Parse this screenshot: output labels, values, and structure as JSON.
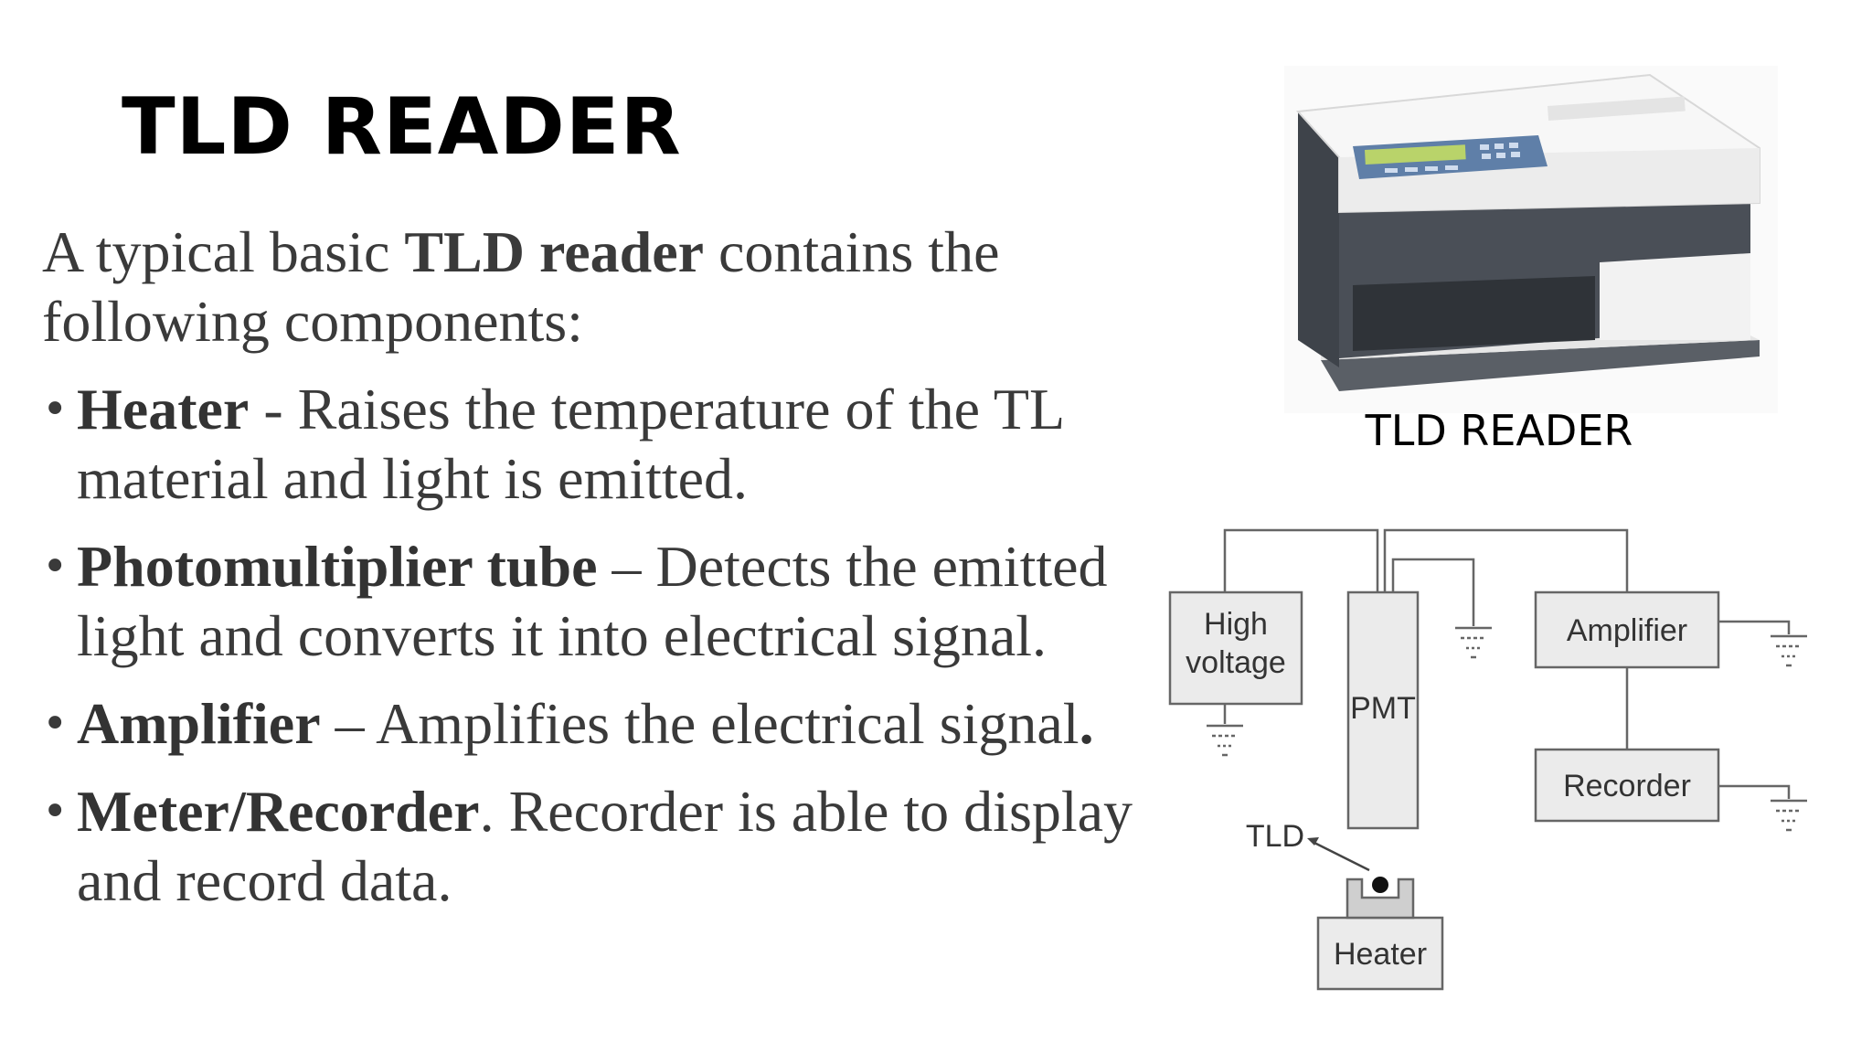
{
  "title": "TLD READER",
  "intro": {
    "prefix": " A typical basic ",
    "strong": "TLD reader",
    "suffix": " contains the following components:"
  },
  "bullets": [
    {
      "term": "Heater",
      "desc": " - Raises the temperature of the TL material and light is emitted."
    },
    {
      "term": "Photomultiplier tube",
      "desc": " – Detects the emitted light and converts it into electrical signal."
    },
    {
      "term": "Amplifier",
      "desc": " – Amplifies the electrical signal",
      "tail": "."
    },
    {
      "term": "Meter/Recorder",
      "desc": ". Recorder is able to display and record data."
    }
  ],
  "device": {
    "caption": "TLD READER"
  },
  "diagram": {
    "high_voltage_line1": "High",
    "high_voltage_line2": "voltage",
    "pmt": "PMT",
    "amplifier": "Amplifier",
    "recorder": "Recorder",
    "tld": "TLD",
    "heater": "Heater"
  },
  "colors": {
    "title": "#000000",
    "body_text": "#3a3a3a",
    "diagram_box_fill": "#ebebeb",
    "diagram_stroke": "#666666",
    "device_body": "#f3f3f3",
    "device_dark_panel": "#4a4f57",
    "device_keypad": "#5f7fa8"
  }
}
